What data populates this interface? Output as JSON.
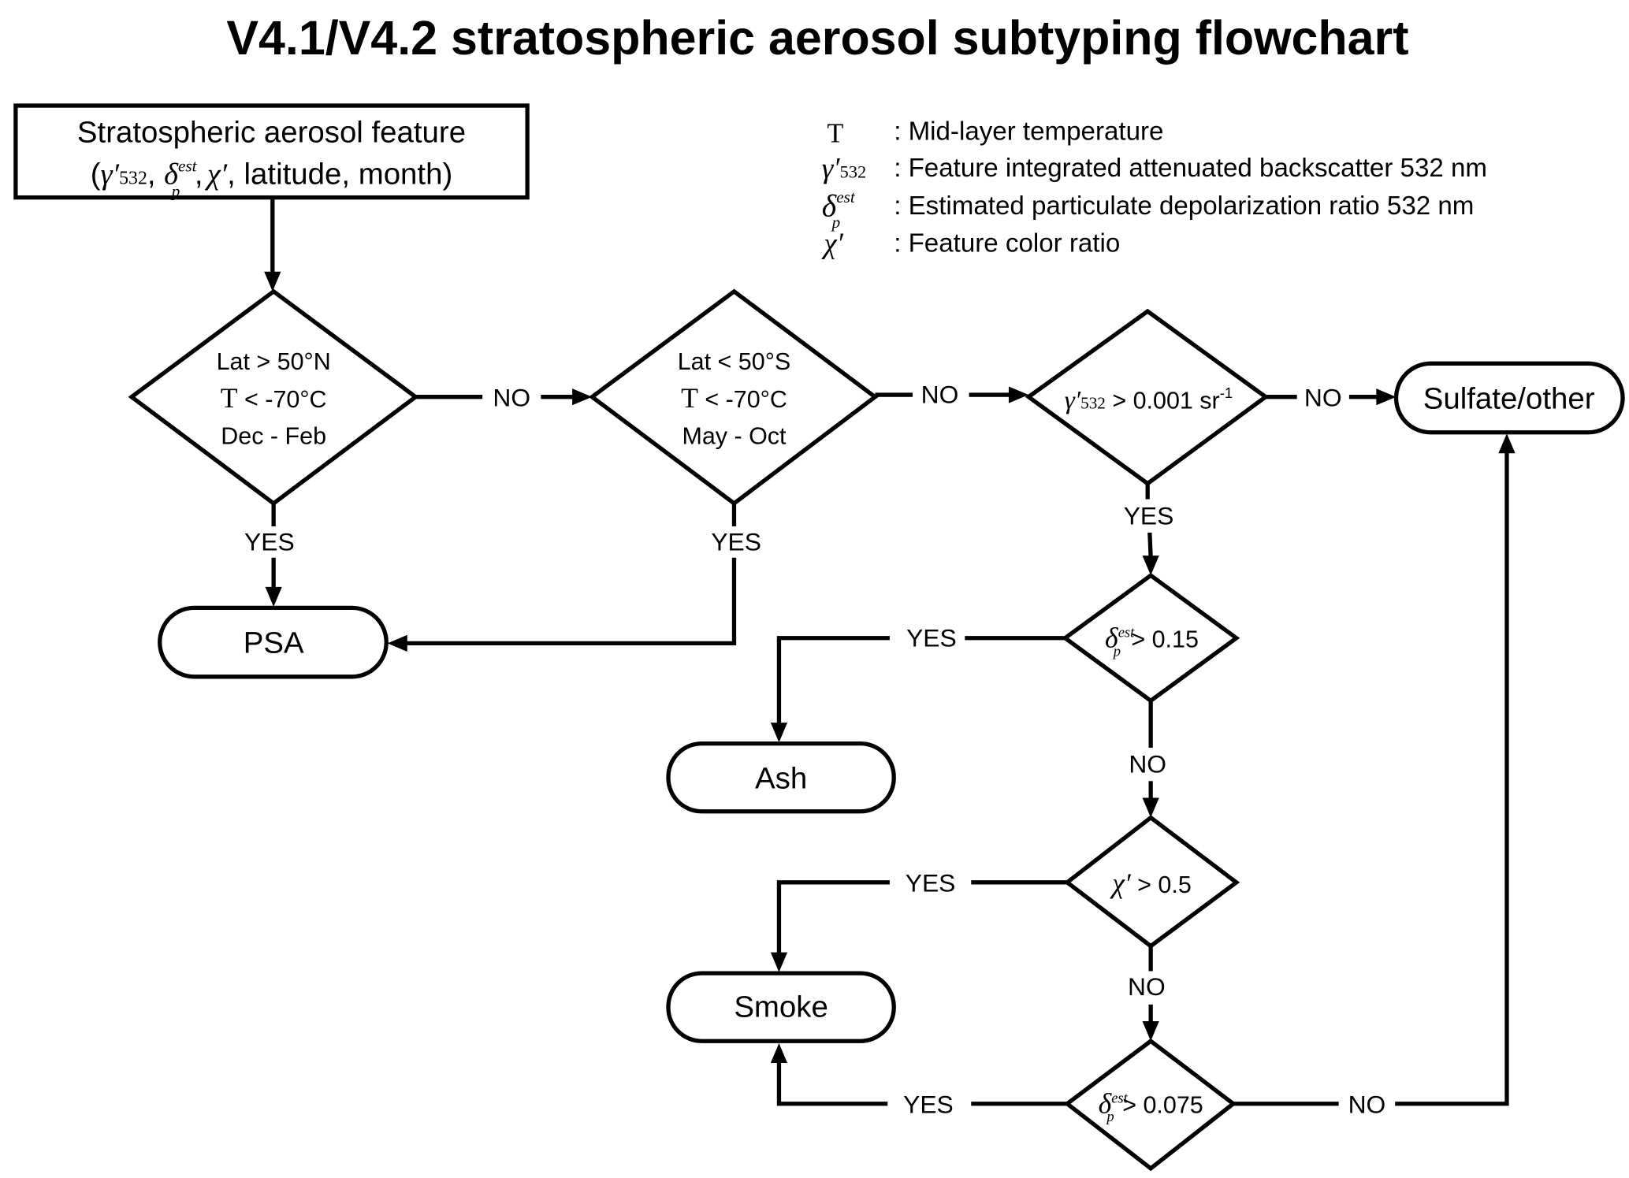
{
  "title": "V4.1/V4.2 stratospheric aerosol subtyping flowchart",
  "start_node": {
    "line1": "Stratospheric aerosol feature",
    "open_paren": "(",
    "gamma_sym": "γ′",
    "gamma_sub": "532",
    "sep1": ",",
    "delta_sym": "δ",
    "delta_sup": "est",
    "delta_sub": "p",
    "sep2": ",",
    "chi_sym": "χ′",
    "rest": ", latitude, month)"
  },
  "legend": [
    {
      "symbol": "T",
      "description": ": Mid-layer temperature"
    },
    {
      "symbol": "γ′",
      "symbol_sub": "532",
      "description": ": Feature integrated attenuated backscatter 532 nm"
    },
    {
      "symbol": "δ",
      "symbol_sup": "est",
      "symbol_sub": "p",
      "description": ": Estimated particulate depolarization ratio 532 nm"
    },
    {
      "symbol": "χ′",
      "description": ": Feature color ratio"
    }
  ],
  "decisions": {
    "d1": {
      "line1": "Lat > 50°N",
      "line2_sym": "T",
      "line2": " < -70°C",
      "line3": "Dec - Feb"
    },
    "d2": {
      "line1": "Lat < 50°S",
      "line2_sym": "T",
      "line2": " < -70°C",
      "line3": "May - Oct"
    },
    "d3": {
      "sym": "γ′",
      "sub": "532",
      "text": " > 0.001 sr",
      "sup": "-1"
    },
    "d4": {
      "sym": "δ",
      "sup": "est",
      "sub": "p",
      "text": "> 0.15"
    },
    "d5": {
      "sym": "χ′",
      "text": " > 0.5"
    },
    "d6": {
      "sym": "δ",
      "sup": "est",
      "sub": "p",
      "text": "> 0.075"
    }
  },
  "terminals": {
    "psa": "PSA",
    "ash": "Ash",
    "smoke": "Smoke",
    "sulfate": "Sulfate/other"
  },
  "edge_labels": {
    "yes": "YES",
    "no": "NO"
  }
}
